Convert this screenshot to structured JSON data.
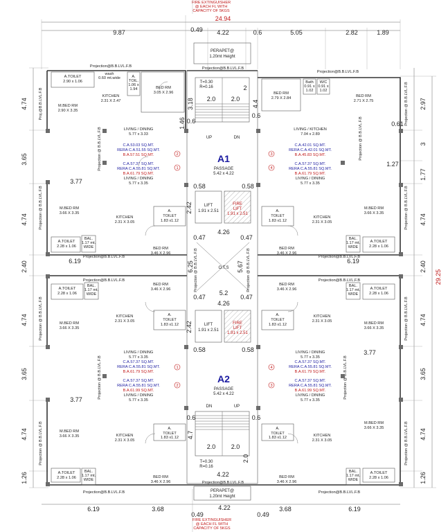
{
  "top": {
    "fire_ext": [
      "FIRE EXTINGUISHER",
      "@ EACH FL WITH",
      "CAPACITY OF 5KGS"
    ],
    "overall": "24.94",
    "dims": [
      "9.87",
      "0.49",
      "4.22",
      "0.6",
      "5.05",
      "2.82",
      "1.89"
    ],
    "perapet": [
      "PERAPET@",
      "1.20mt Height"
    ]
  },
  "bottom": {
    "fire_ext": [
      "FIRE EXTINGUISHER",
      "@ EACH FL WITH",
      "CAPACITY OF 5KGS"
    ],
    "dims": [
      "6.19",
      "3.68",
      "0.49",
      "4.22",
      "0.49",
      "3.68",
      "6.19"
    ],
    "perapet": [
      "PERAPET@",
      "1.20mt Height"
    ],
    "dim_422": "4.22"
  },
  "left_dims": [
    "4.74",
    "3.65",
    "4.74",
    "2.40",
    "4.74",
    "3.65",
    "4.74",
    "1.26"
  ],
  "right_dims": [
    "2.97",
    "3",
    "1.77",
    "4.74",
    "2.40",
    "4.74",
    "3.65",
    "4.74",
    "1.26"
  ],
  "right_small": [
    "0.61",
    "1.27"
  ],
  "overall_right": "29.25",
  "projection": "Projection@B.B.LVL.F.B",
  "projection_v": "Projection @ B.B.LVL.F.B",
  "proj_short": "Proj.@B.B.LVL.F.B",
  "inner_dims": {
    "d377": "3.77",
    "d619": "6.19",
    "d318": "3.18",
    "d146": "1.46",
    "d06": "0.6",
    "d44": "4.4",
    "d242": "2.42",
    "d058": "0.58",
    "d426": "4.26",
    "d047": "0.47",
    "d625": "6.25",
    "d567": "5.67",
    "d52": "5.2",
    "d47": "4.7",
    "d20": "2.0",
    "d2": "2"
  },
  "rooms": {
    "toilet_a1": [
      "A.TOILET",
      "2.90 x 1.06"
    ],
    "wash": [
      "wash",
      "0.60 mt.wide"
    ],
    "toil_small": [
      "A.",
      "TOIL.",
      "1.06 x",
      "1.94"
    ],
    "kitchen_247": [
      "KITCHEN",
      "2.31 X 2.47"
    ],
    "mbed_290": [
      "M.BED RM",
      "2.90 X 3.35"
    ],
    "bed_305": [
      "BED RM",
      "3.05 X 2.96"
    ],
    "living_dining_333": [
      "LIVING / DINING",
      "5.77 x 3.33"
    ],
    "bed_279": [
      "BED RM",
      "2.79 X 2.84"
    ],
    "bath": [
      "Bath",
      "0.91 x",
      "1.02"
    ],
    "wc": [
      "W/C",
      "0.91 x",
      "1.02"
    ],
    "bed_271": [
      "BED RM",
      "2.71 X 2.75"
    ],
    "living_kitchen": [
      "LIVING / KITCHEN",
      "7.04 x 2.89"
    ],
    "mbed_366": [
      "M.BED RM",
      "3.66 X 3.35"
    ],
    "kitchen_305": [
      "KITCHEN",
      "2.31 X 3.05"
    ],
    "atoilet_183": [
      "A.",
      "TOILET",
      "1.83 x1.12"
    ],
    "atoilet_228": [
      "A.TOILET",
      "2.28 x 1.06"
    ],
    "bal": [
      "BAL.",
      "1.17 mt.",
      "WIDE"
    ],
    "bed_346": [
      "BED RM",
      "3.46 X 2.96"
    ],
    "living_dining_335": [
      "LIVING / DINING",
      "5.77 x 3.35"
    ],
    "lift": [
      "LIFT",
      "1.91 x 2.51"
    ],
    "fire_lift": [
      "FIRE",
      "LIFT",
      "1.91 x 2.51"
    ],
    "passage": [
      "PASSAGE",
      "5.42 x 4.22"
    ],
    "ots": "O.T.S",
    "stair_tr": [
      "T=0.30",
      "R=0.16"
    ],
    "up": "UP",
    "dn": "DN"
  },
  "areas": {
    "u2": [
      "C.A.53.03 SQ.MT.",
      "RERA C.A.51.55 SQ.MT.",
      "B.A.57.51 SQ.MT."
    ],
    "u3": [
      "C.A.42.01 SQ.MT.",
      "RERA C.A.42.01 SQ.MT.",
      "B.A.45.83 SQ.MT."
    ],
    "u1": [
      "C.A.57.37 SQ.MT.",
      "RERA C.A.55.81 SQ.MT.",
      "B.A.61.79 SQ.MT."
    ],
    "u4": [
      "C.A.57.37 SQ.MT.",
      "RERA C.A.55.81 SQ.MT.",
      "B.A.61.79 SQ.MT."
    ],
    "u2b": [
      "C.A.57.37 SQ.MT.",
      "RERA C.A.55.81 SQ.MT.",
      "B.A.61.99 SQ.MT."
    ],
    "u3b": [
      "C.A.57.37 SQ.MT.",
      "RERA C.A.55.81 SQ.MT.",
      "B.A.61.99 SQ.MT."
    ]
  },
  "wing_a1": "A1",
  "wing_a2": "A2",
  "unit_nums": [
    "1",
    "2",
    "3",
    "4"
  ]
}
